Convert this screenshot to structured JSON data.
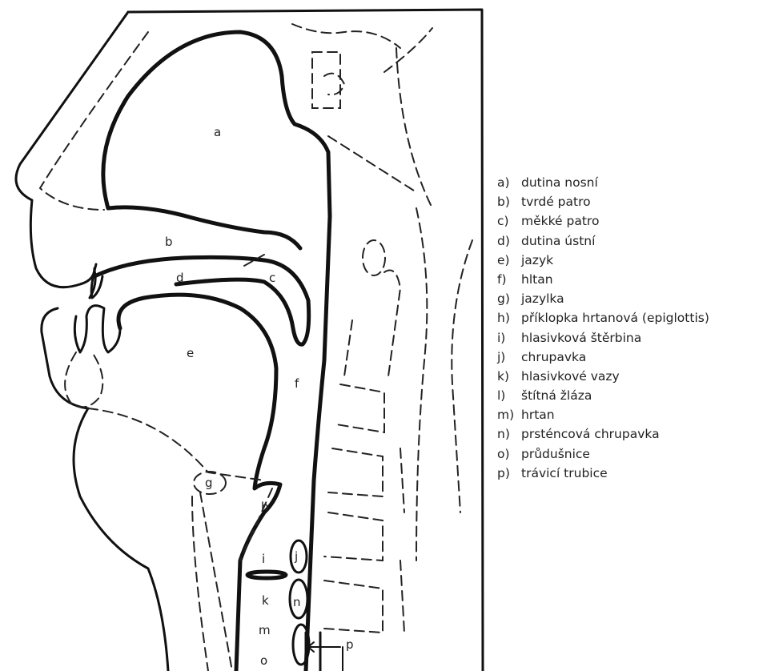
{
  "diagram_labels": {
    "a": "a",
    "b": "b",
    "c": "c",
    "d": "d",
    "e": "e",
    "f": "f",
    "g": "g",
    "h": "h",
    "i": "i",
    "j": "j",
    "k": "k",
    "m": "m",
    "n": "n",
    "o": "o",
    "p": "p"
  },
  "legend": [
    {
      "key": "a)",
      "text": "dutina nosní"
    },
    {
      "key": "b)",
      "text": "tvrdé patro"
    },
    {
      "key": "c)",
      "text": "měkké patro"
    },
    {
      "key": "d)",
      "text": "dutina ústní"
    },
    {
      "key": "e)",
      "text": "jazyk"
    },
    {
      "key": "f)",
      "text": "hltan"
    },
    {
      "key": "g)",
      "text": "jazylka"
    },
    {
      "key": "h)",
      "text": "příklopka hrtanová (epiglottis)"
    },
    {
      "key": "i)",
      "text": "hlasivková štěrbina"
    },
    {
      "key": "j)",
      "text": "chrupavka"
    },
    {
      "key": "k)",
      "text": "hlasivkové vazy"
    },
    {
      "key": "l)",
      "text": "štítná žláza"
    },
    {
      "key": "m)",
      "text": "hrtan"
    },
    {
      "key": "n)",
      "text": "prsténcová chrupavka"
    },
    {
      "key": "o)",
      "text": "průdušnice"
    },
    {
      "key": "p)",
      "text": "trávicí trubice"
    }
  ]
}
